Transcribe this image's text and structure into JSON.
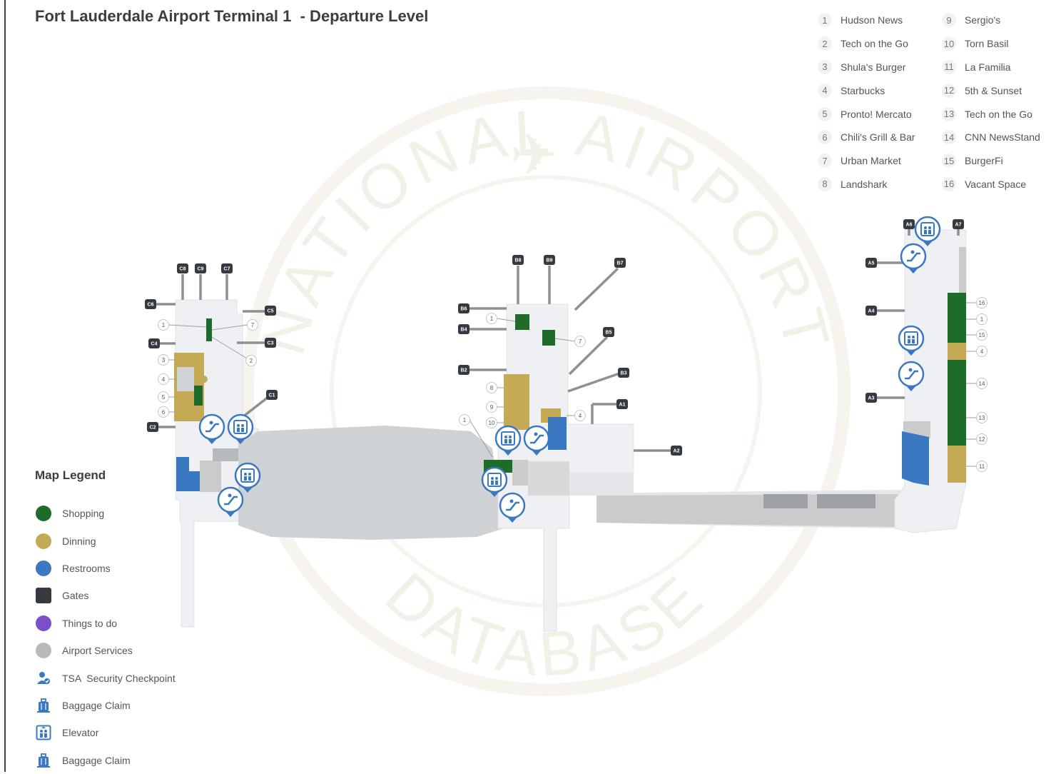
{
  "title": "Fort Lauderdale Airport Terminal 1  - Departure Level",
  "directory": [
    {
      "num": "1",
      "name": "Hudson News"
    },
    {
      "num": "2",
      "name": "Tech on the Go"
    },
    {
      "num": "3",
      "name": "Shula's Burger"
    },
    {
      "num": "4",
      "name": "Starbucks"
    },
    {
      "num": "5",
      "name": "Pronto! Mercato"
    },
    {
      "num": "6",
      "name": "Chili's Grill & Bar"
    },
    {
      "num": "7",
      "name": "Urban Market"
    },
    {
      "num": "8",
      "name": "Landshark"
    },
    {
      "num": "9",
      "name": "Sergio's"
    },
    {
      "num": "10",
      "name": "Torn Basil"
    },
    {
      "num": "11",
      "name": "La Familia"
    },
    {
      "num": "12",
      "name": "5th & Sunset"
    },
    {
      "num": "13",
      "name": "Tech on the Go"
    },
    {
      "num": "14",
      "name": "CNN NewsStand"
    },
    {
      "num": "15",
      "name": "BurgerFi"
    },
    {
      "num": "16",
      "name": "Vacant Space"
    }
  ],
  "legend": {
    "title": "Map Legend",
    "items": [
      {
        "label": "Shopping",
        "kind": "dot",
        "color": "#1f6b2a"
      },
      {
        "label": "Dinning",
        "kind": "dot",
        "color": "#c4aa55"
      },
      {
        "label": "Restrooms",
        "kind": "dot",
        "color": "#3b78c2"
      },
      {
        "label": "Gates",
        "kind": "square",
        "color": "#343a40"
      },
      {
        "label": "Things to do",
        "kind": "dot",
        "color": "#7b4fc9"
      },
      {
        "label": "Airport Services",
        "kind": "dot",
        "color": "#b7babd"
      },
      {
        "label": "TSA  Security Checkpoint",
        "kind": "person-icon",
        "color": "#3b78c2"
      },
      {
        "label": "Baggage Claim",
        "kind": "luggage-icon",
        "color": "#3b78c2"
      },
      {
        "label": "Elevator",
        "kind": "elevator-icon",
        "color": "#3b78c2"
      },
      {
        "label": "Baggage Claim",
        "kind": "luggage-icon",
        "color": "#3b78c2"
      }
    ]
  },
  "colors": {
    "shopping": "#1f6b2a",
    "dining": "#c4aa55",
    "restroom": "#3b78c2",
    "gate": "#343a40",
    "service": "#c9cbcd",
    "floor": "#eef0f3",
    "watermark": "#f2efe6"
  },
  "gates": {
    "C8": "C8",
    "C9": "C9",
    "C7": "C7",
    "C6": "C6",
    "C5": "C5",
    "C4": "C4",
    "C3": "C3",
    "C1": "C1",
    "C2": "C2",
    "B8": "B8",
    "B9": "B9",
    "B7": "B7",
    "B6": "B6",
    "B5": "B5",
    "B4": "B4",
    "B3": "B3",
    "B2": "B2",
    "A1": "A1",
    "A2": "A2",
    "A3": "A3",
    "A4": "A4",
    "A5": "A5",
    "A6": "A6",
    "A7": "A7"
  },
  "store_markers": {
    "c1": "1",
    "c7": "7",
    "c2": "2",
    "c3": "3",
    "c4": "4",
    "c5": "5",
    "c6": "6",
    "b1": "1",
    "b7": "7",
    "b8": "8",
    "b9": "9",
    "b10": "10",
    "b1b": "1",
    "b4": "4",
    "a16": "16",
    "a1": "1",
    "a15": "15",
    "a4": "4",
    "a14": "14",
    "a13": "13",
    "a12": "12",
    "a11": "11"
  },
  "watermark": {
    "top": "NATIONAL AIRPORT",
    "bottom": "DATABASE"
  }
}
